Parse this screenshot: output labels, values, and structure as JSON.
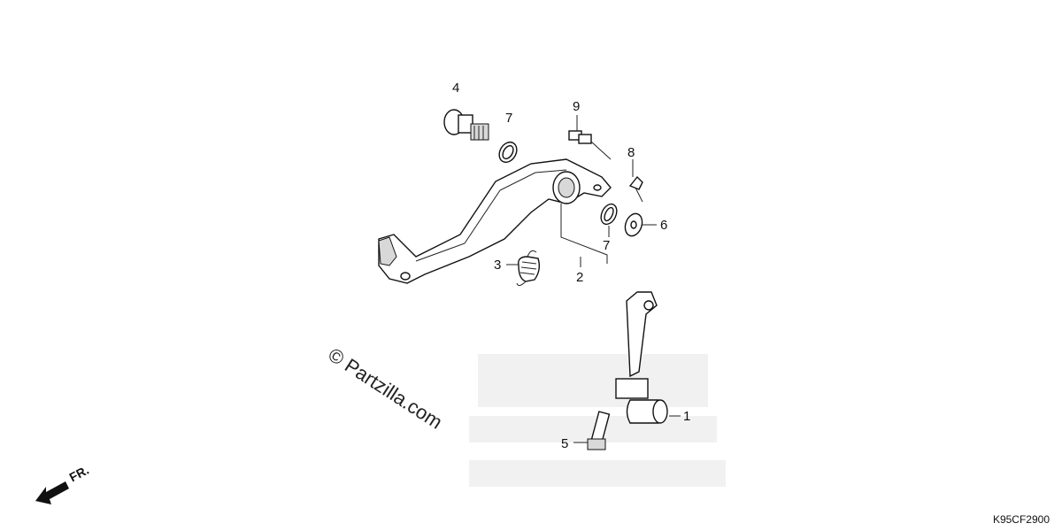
{
  "diagram": {
    "reference_code": "K95CF2900",
    "watermark": "© Partzilla.com",
    "direction_label": "FR.",
    "callouts": {
      "c1": "1",
      "c2": "2",
      "c3": "3",
      "c4": "4",
      "c5": "5",
      "c6": "6",
      "c7a": "7",
      "c7b": "7",
      "c8": "8",
      "c9": "9"
    }
  }
}
